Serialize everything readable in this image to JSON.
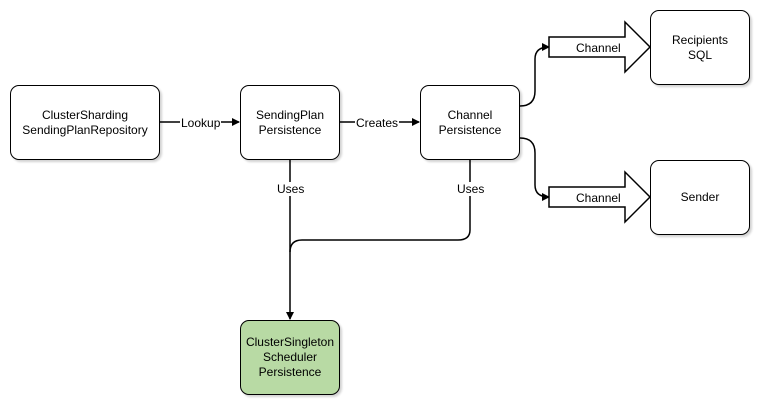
{
  "nodes": {
    "cluster_sharding": "ClusterSharding\nSendingPlanRepository",
    "sending_plan": "SendingPlan\nPersistence",
    "channel": "Channel\nPersistence",
    "recipients": "Recipients\nSQL",
    "sender": "Sender",
    "cluster_singleton": "ClusterSingleton\nScheduler\nPersistence"
  },
  "edges": {
    "lookup": "Lookup",
    "creates": "Creates",
    "uses_left": "Uses",
    "uses_right": "Uses",
    "channel_top": "Channel",
    "channel_bottom": "Channel"
  },
  "colors": {
    "stroke": "#000000",
    "node_fill": "#ffffff",
    "singleton_fill": "#b8daa4"
  }
}
